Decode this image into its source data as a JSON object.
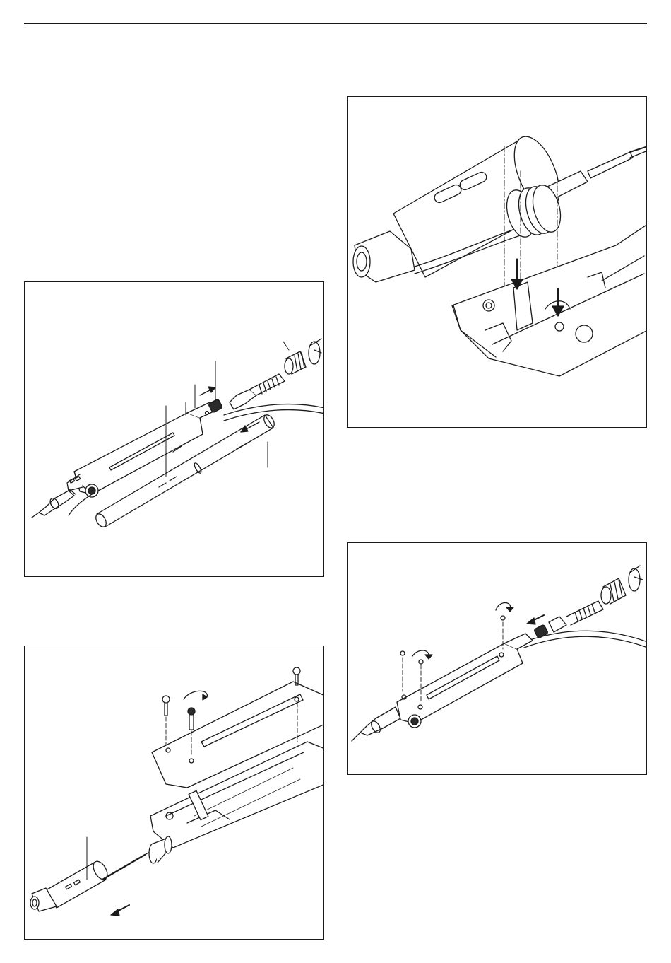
{
  "page": {
    "title": "",
    "figures": [
      {
        "id": "fig1",
        "caption": ""
      },
      {
        "id": "fig2",
        "caption": ""
      },
      {
        "id": "fig3",
        "caption": ""
      },
      {
        "id": "fig4",
        "caption": ""
      }
    ]
  },
  "colors": {
    "line": "#1a1a1a",
    "dark_fill": "#2b2b2b",
    "paper": "#ffffff"
  },
  "icons": [
    "rotation-arrow-icon",
    "direction-arrow-icon",
    "screw-icon",
    "spring-icon",
    "knurled-nut-icon"
  ]
}
